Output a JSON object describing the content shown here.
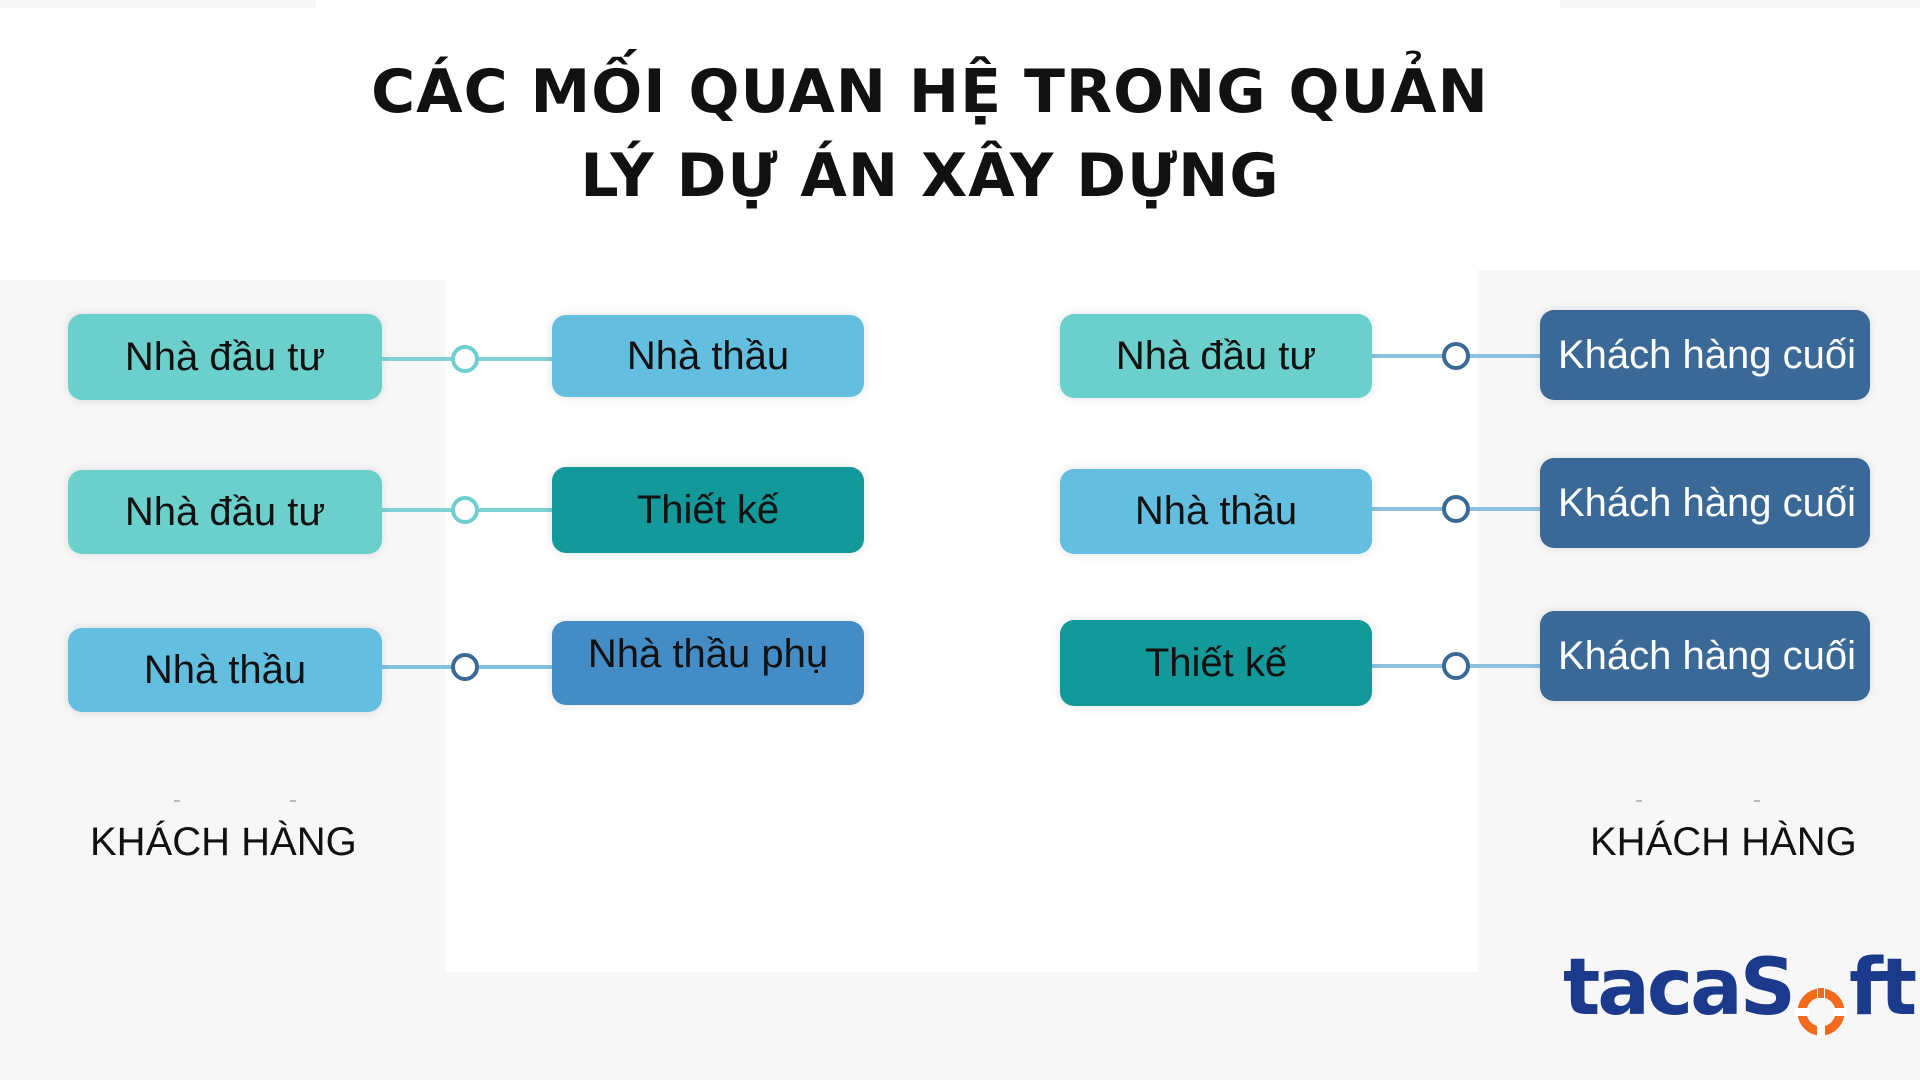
{
  "title": {
    "line1": "CÁC MỐI QUAN HỆ TRONG QUẢN",
    "line2": "LÝ DỰ ÁN XÂY DỰNG"
  },
  "colors": {
    "investor": "#6bcfcb",
    "contractor": "#63bee0",
    "design": "#13999a",
    "subcontractor": "#438cc6",
    "end_customer": "#3b6997",
    "connector_left": "#7fd3d4",
    "connector_right": "#8cc2e0",
    "node_left": "#6fcfd0",
    "node_right": "#3b6997",
    "logo_text": "#1b3a8c",
    "logo_accent": "#f26a1b"
  },
  "left_group": {
    "rows": [
      {
        "from": "Nhà đầu tư",
        "to": "Nhà thầu"
      },
      {
        "from": "Nhà đầu tư",
        "to": "Thiết kế"
      },
      {
        "from": "Nhà thầu",
        "to": "Nhà thầu phụ"
      }
    ],
    "caption": "KHÁCH HÀNG"
  },
  "right_group": {
    "rows": [
      {
        "from": "Nhà đầu tư",
        "to": "Khách hàng cuối"
      },
      {
        "from": "Nhà thầu",
        "to": "Khách hàng cuối"
      },
      {
        "from": "Thiết kế",
        "to": "Khách hàng cuối"
      }
    ],
    "caption": "KHÁCH HÀNG"
  },
  "logo": {
    "text_before": "tacaS",
    "text_after": "ft",
    "icon": "orange-target-o-icon"
  }
}
